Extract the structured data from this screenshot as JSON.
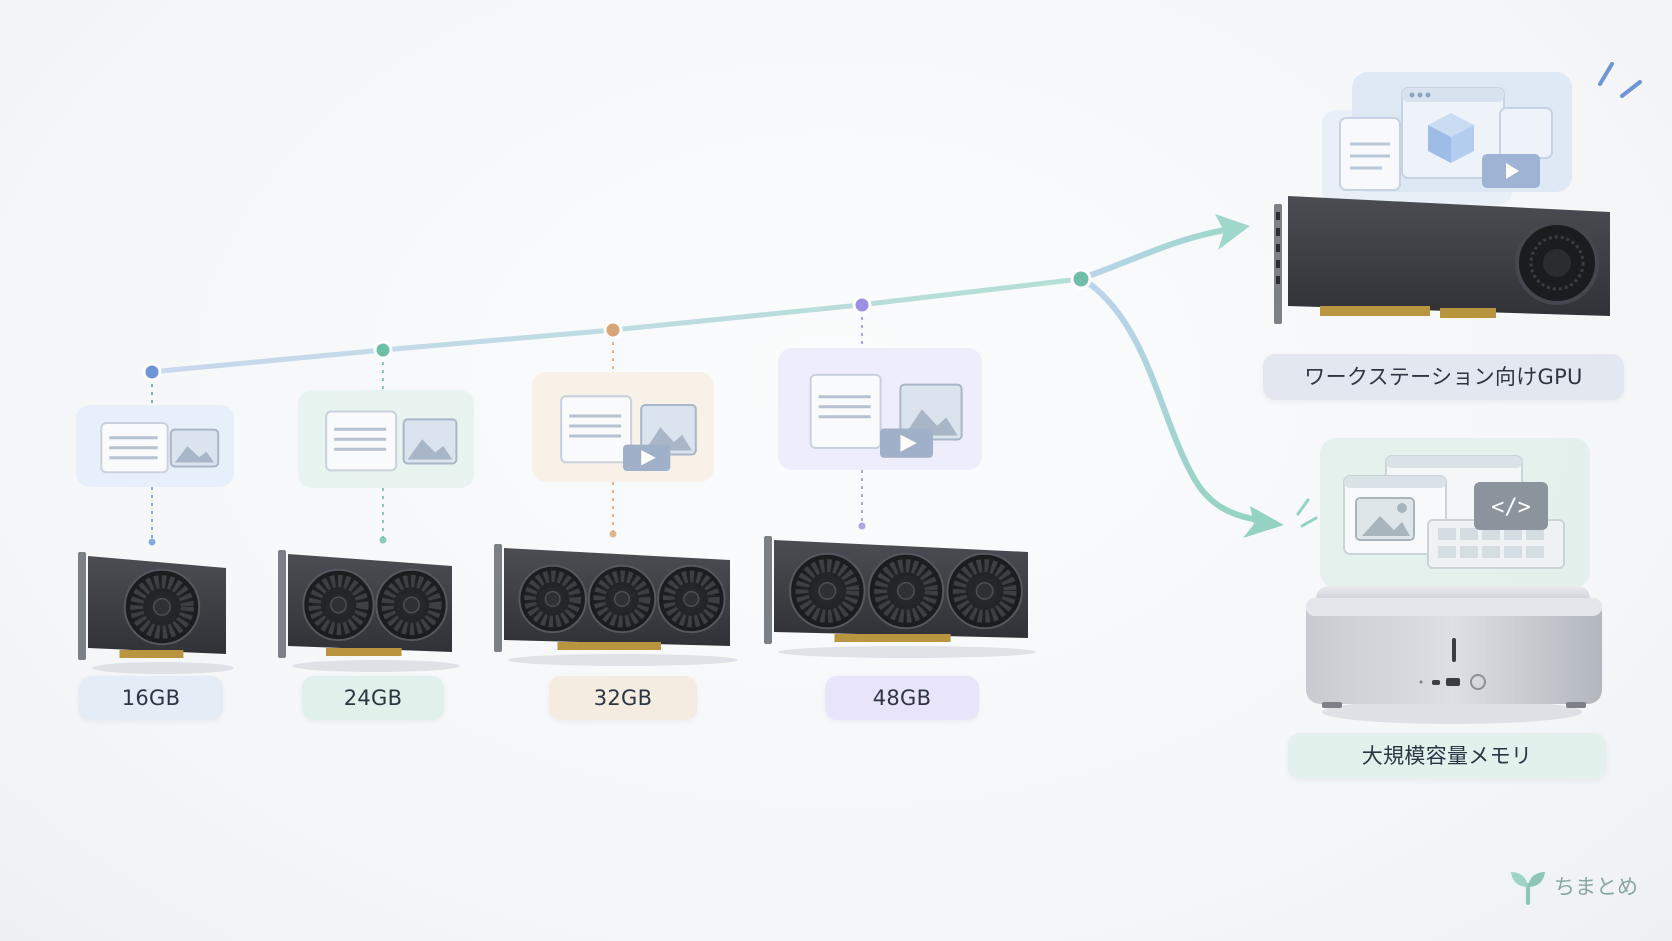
{
  "tiers": [
    {
      "label": "16GB",
      "color": "#6f95d6",
      "tint": "#e6eef9",
      "pill": "#e4ecf6",
      "fans": 1
    },
    {
      "label": "24GB",
      "color": "#6bbfa7",
      "tint": "#e7f3ee",
      "pill": "#e1f0ea",
      "fans": 2
    },
    {
      "label": "32GB",
      "color": "#d7a57a",
      "tint": "#f7efe6",
      "pill": "#f4ebe1",
      "fans": 3
    },
    {
      "label": "48GB",
      "color": "#9c8ee3",
      "tint": "#ecebfb",
      "pill": "#e8e5fa",
      "fans": 3
    }
  ],
  "outcomes": {
    "workstation": {
      "label": "ワークステーション向けGPU",
      "pill": "#e3e8f0"
    },
    "memory": {
      "label": "大規模容量メモリ",
      "pill": "#e2f1ec"
    }
  },
  "brand": {
    "name": "ちまとめ",
    "icon": "sprout-icon"
  },
  "colors": {
    "junction": "#6fbca9",
    "path_start": "#c9d8ee",
    "path_end": "#b4dfd6"
  }
}
